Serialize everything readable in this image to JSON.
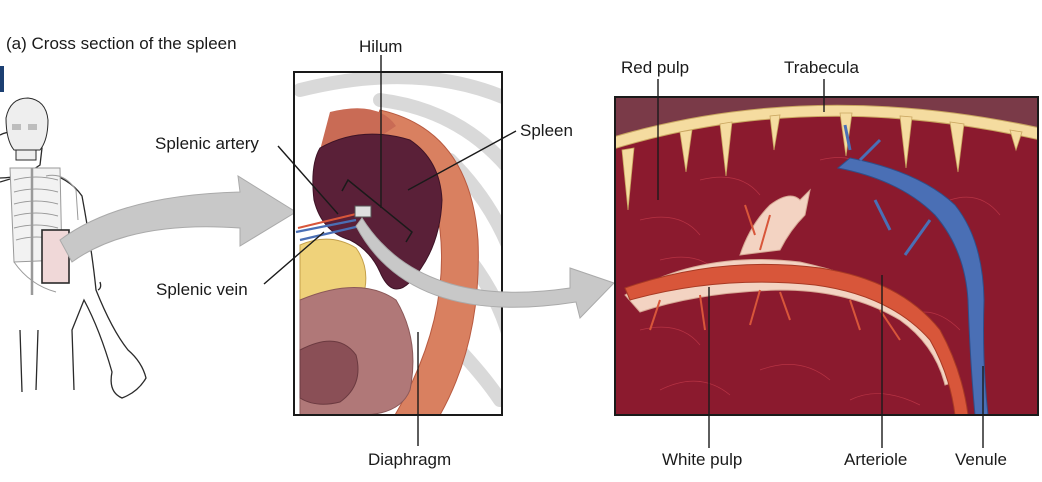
{
  "figure": {
    "caption": "(a) Cross section of the spleen"
  },
  "labels": {
    "hilum": "Hilum",
    "splenic_artery": "Splenic artery",
    "spleen": "Spleen",
    "splenic_vein": "Splenic vein",
    "diaphragm": "Diaphragm",
    "red_pulp": "Red pulp",
    "trabecula": "Trabecula",
    "white_pulp": "White pulp",
    "arteriole": "Arteriole",
    "venule": "Venule"
  },
  "colors": {
    "red_pulp": "#8b1a2e",
    "trabecula": "#f5dca0",
    "white_pulp": "#f3d3c2",
    "arteriole": "#d8563a",
    "venule": "#4a6fb5",
    "spleen": "#5a2038",
    "diaphragm": "#d98060",
    "arrow": "#c8c8c8"
  }
}
